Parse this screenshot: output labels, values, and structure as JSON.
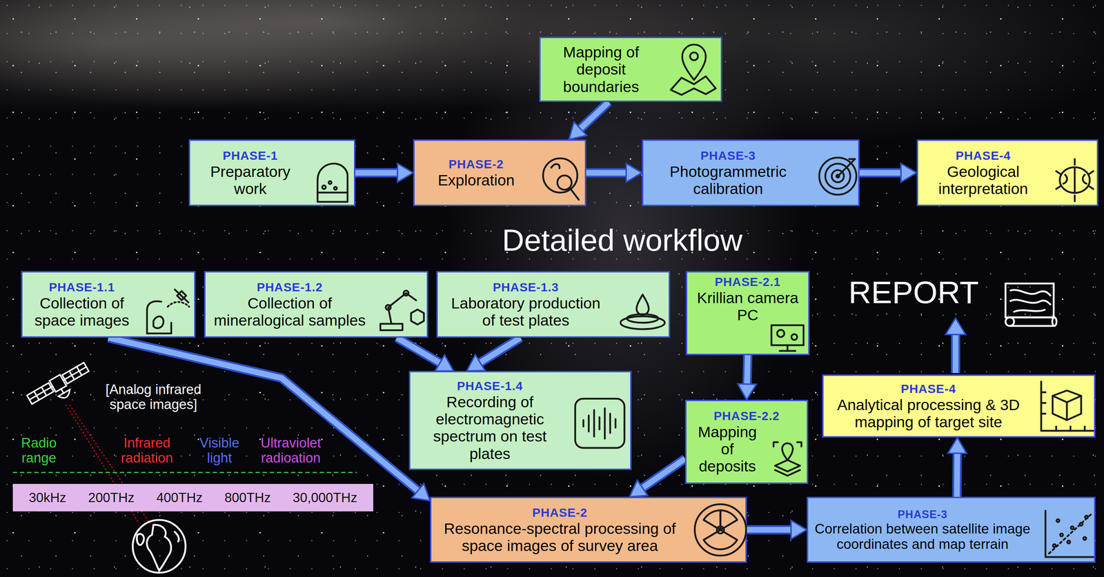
{
  "diagram": {
    "nodes": [
      {
        "text": [
          "Mapping of deposit boundaries"
        ]
      },
      {
        "text": [
          "PHASE-1",
          "Preparatory work"
        ]
      },
      {
        "text": [
          "PHASE-2",
          "Exploration"
        ]
      },
      {
        "text": [
          "PHASE-3",
          "Photogrammetric calibration"
        ]
      },
      {
        "text": [
          "PHASE-4",
          "Geological interpretation"
        ]
      },
      {
        "text": [
          "PHASE-1.1",
          "Collection of space images"
        ]
      },
      {
        "text": [
          "PHASE-1.2",
          "Collection of mineralogical samples"
        ]
      },
      {
        "text": [
          "PHASE-1.3",
          "Laboratory production of test plates"
        ]
      },
      {
        "text": [
          "PHASE-2.1",
          "Krillian camera PC"
        ]
      },
      {
        "text": [
          "PHASE-1.4",
          "Recording of electromagnetic spectrum on test plates"
        ]
      },
      {
        "text": [
          "PHASE-2.2",
          "Mapping of deposits"
        ]
      },
      {
        "text": [
          "PHASE-4",
          "Analytical processing & 3D mapping of target site"
        ]
      },
      {
        "text": [
          "30kHz",
          "200THz",
          "400THz",
          "800THz",
          "30,000THz"
        ]
      },
      {
        "text": [
          "PHASE-2",
          "Resonance-spectral processing of space images of survey area"
        ]
      },
      {
        "text": [
          "PHASE-3",
          "Correlation between satellite image coordinates and map terrain"
        ]
      }
    ],
    "edges": [
      {
        "from": 0,
        "to": 2,
        "arrow": "to"
      },
      {
        "from": 1,
        "to": 2,
        "arrow": "to"
      },
      {
        "from": 2,
        "to": 3,
        "arrow": "to"
      },
      {
        "from": 3,
        "to": 4,
        "arrow": "to"
      },
      {
        "from": 5,
        "to": 13,
        "arrow": "to"
      },
      {
        "from": 6,
        "to": 9,
        "arrow": "to"
      },
      {
        "from": 7,
        "to": 9,
        "arrow": "to"
      },
      {
        "from": 8,
        "to": 10,
        "arrow": "to"
      },
      {
        "from": 10,
        "to": 13,
        "arrow": "to"
      },
      {
        "from": 13,
        "to": 14,
        "arrow": "to"
      },
      {
        "from": 14,
        "to": 11,
        "arrow": "to"
      }
    ],
    "labels": [
      "Detailed workflow",
      "REPORT",
      "[Analog infrared space images]",
      "Radio range",
      "Infrared radiation",
      "Visible light",
      "Ultraviolet radioation"
    ]
  }
}
